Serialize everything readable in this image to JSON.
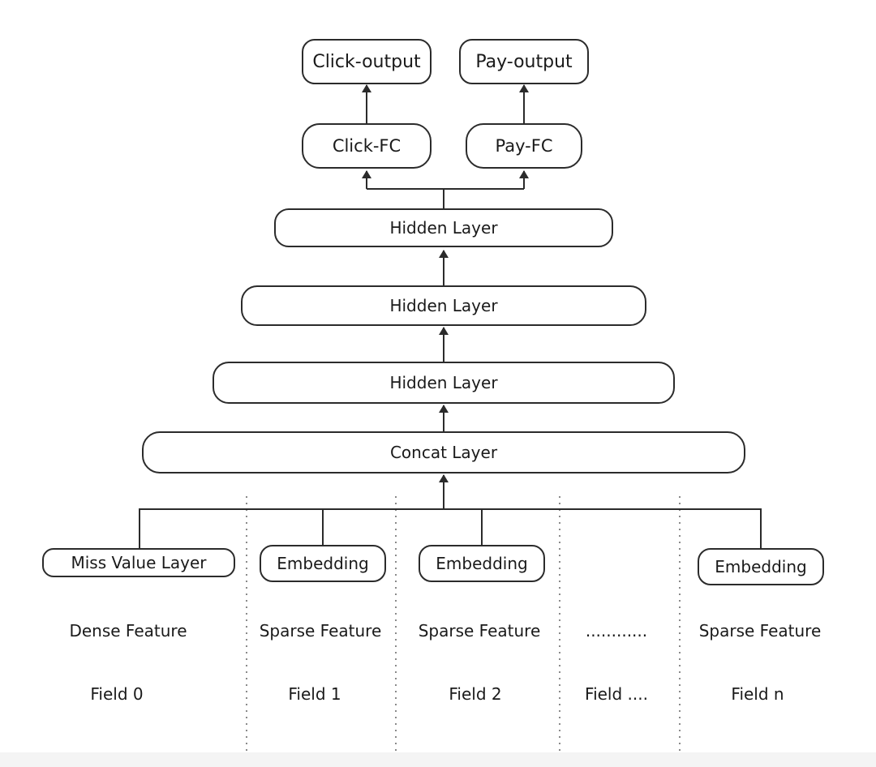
{
  "outputs": {
    "click_output": "Click-output",
    "pay_output": "Pay-output"
  },
  "fc": {
    "click_fc": "Click-FC",
    "pay_fc": "Pay-FC"
  },
  "hidden_layers": [
    "Hidden Layer",
    "Hidden Layer",
    "Hidden Layer"
  ],
  "concat_layer": "Concat Layer",
  "fields": [
    {
      "layer": "Miss Value Layer",
      "feature": "Dense Feature",
      "field": "Field 0"
    },
    {
      "layer": "Embedding",
      "feature": "Sparse Feature",
      "field": "Field 1"
    },
    {
      "layer": "Embedding",
      "feature": "Sparse Feature",
      "field": "Field 2"
    },
    {
      "layer": "",
      "feature": "............",
      "field": "Field ...."
    },
    {
      "layer": "Embedding",
      "feature": "Sparse Feature",
      "field": "Field n"
    }
  ],
  "colors": {
    "line": "#2b2b2b",
    "divider": "#8a8a8a"
  }
}
